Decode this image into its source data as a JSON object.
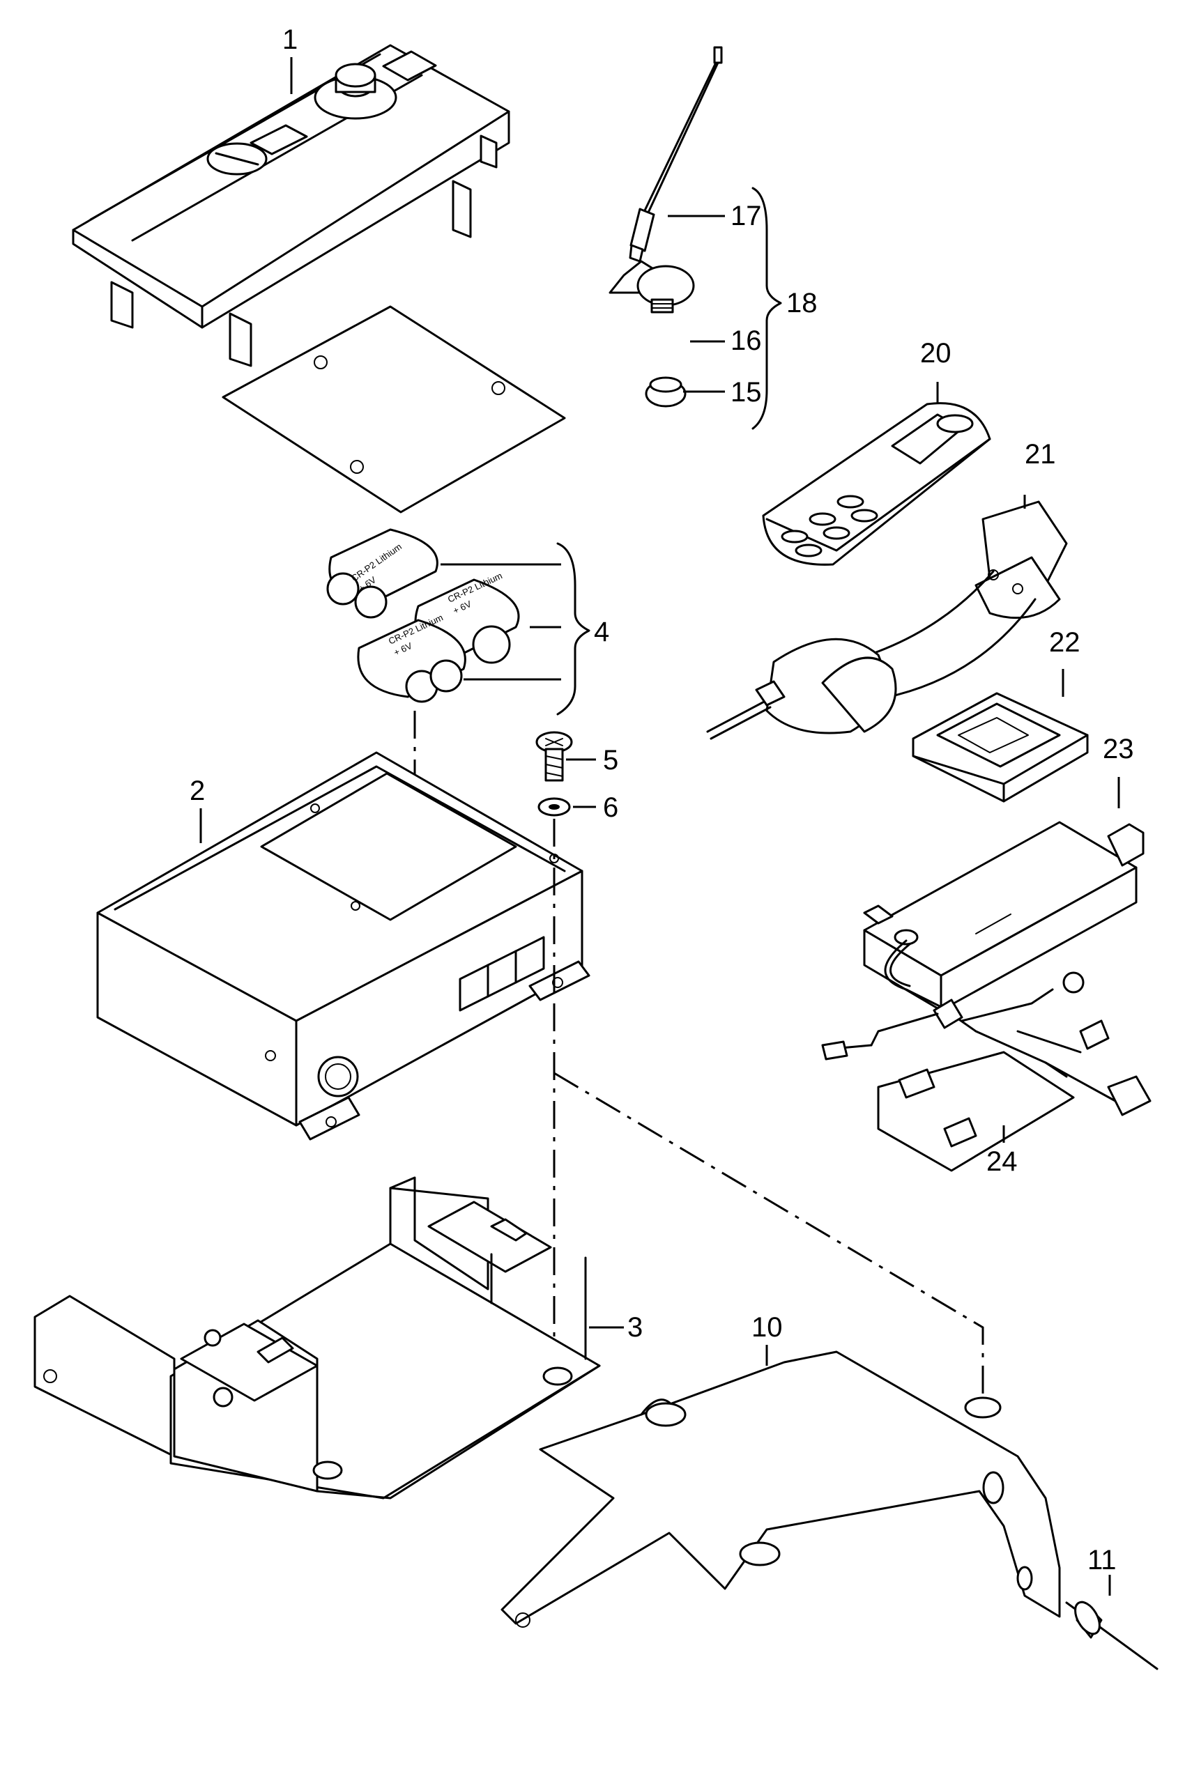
{
  "parts": [
    {
      "id": "label-1",
      "text": "1"
    },
    {
      "id": "label-2",
      "text": "2"
    },
    {
      "id": "label-3",
      "text": "3"
    },
    {
      "id": "label-4",
      "text": "4"
    },
    {
      "id": "label-5",
      "text": "5"
    },
    {
      "id": "label-6",
      "text": "6"
    },
    {
      "id": "label-10",
      "text": "10"
    },
    {
      "id": "label-11",
      "text": "11"
    },
    {
      "id": "label-15",
      "text": "15"
    },
    {
      "id": "label-16",
      "text": "16"
    },
    {
      "id": "label-17",
      "text": "17"
    },
    {
      "id": "label-18",
      "text": "18"
    },
    {
      "id": "label-20",
      "text": "20"
    },
    {
      "id": "label-21",
      "text": "21"
    },
    {
      "id": "label-22",
      "text": "22"
    },
    {
      "id": "label-23",
      "text": "23"
    },
    {
      "id": "label-24",
      "text": "24"
    }
  ],
  "battery_text": {
    "type": "CR-P2 Lithium",
    "voltage": "+ 6V"
  }
}
